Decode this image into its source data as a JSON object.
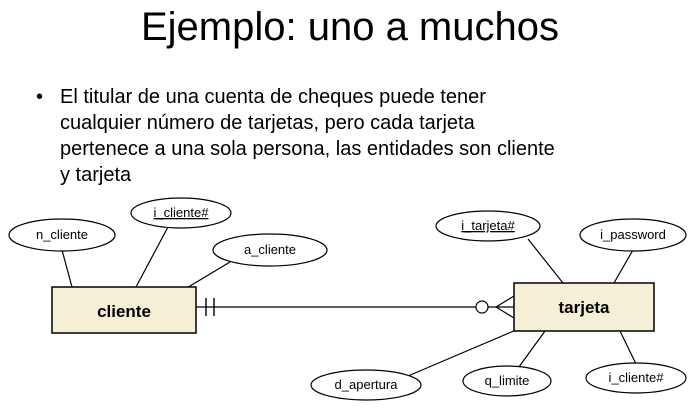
{
  "slide": {
    "title": "Ejemplo: uno a muchos",
    "bullet_marker": "•",
    "bullet_lines": [
      "El titular de una cuenta de cheques puede tener",
      "cualquier número de tarjetas, pero cada tarjeta",
      "pertenece a una sola persona, las entidades son cliente",
      "y tarjeta"
    ]
  },
  "diagram": {
    "entity_fill": "#f4efd6",
    "entities": {
      "cliente": "cliente",
      "tarjeta": "tarjeta"
    },
    "attributes": {
      "i_cliente_key": "i_cliente#",
      "n_cliente": "n_cliente",
      "a_cliente": "a_cliente",
      "i_tarjeta_key": "i_tarjeta#",
      "i_password": "i_password",
      "d_apertura": "d_apertura",
      "q_limite": "q_limite",
      "i_cliente_fk": "i_cliente#"
    },
    "relationship": {
      "cliente_side": "one-and-only-one",
      "tarjeta_side": "zero-or-many"
    }
  }
}
